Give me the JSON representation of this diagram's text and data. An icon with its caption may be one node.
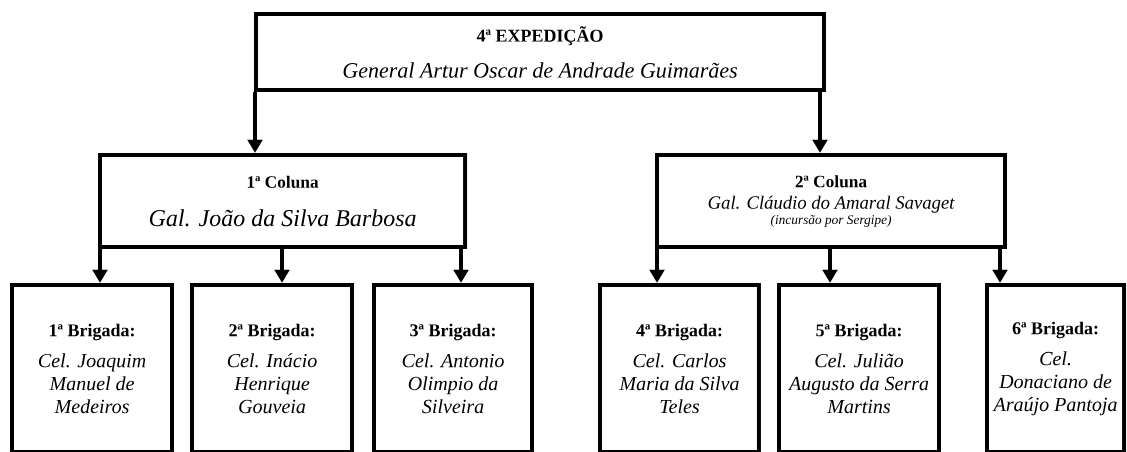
{
  "diagram": {
    "nodes": [
      {
        "text": [
          "4ª EXPEDIÇÃO",
          "General Artur Oscar de Andrade Guimarães"
        ]
      },
      {
        "text": [
          "1ª Coluna",
          "Gal. João da Silva Barbosa"
        ]
      },
      {
        "text": [
          "2ª Coluna",
          "Gal. Cláudio do Amaral Savaget",
          "(incursão por Sergipe)"
        ]
      },
      {
        "text": [
          "1ª Brigada:",
          "Cel. Joaquim Manuel de Medeiros"
        ]
      },
      {
        "text": [
          "2ª Brigada:",
          "Cel. Inácio Henrique Gouveia"
        ]
      },
      {
        "text": [
          "3ª Brigada:",
          "Cel. Antonio Olimpio da Silveira"
        ]
      },
      {
        "text": [
          "4ª Brigada:",
          "Cel. Carlos Maria da Silva Teles"
        ]
      },
      {
        "text": [
          "5ª Brigada:",
          "Cel. Julião Augusto da Serra Martins"
        ]
      },
      {
        "text": [
          "6ª Brigada:",
          "Cel. Donaciano de Araújo Pantoja"
        ]
      }
    ],
    "edges": [
      {
        "from": 0,
        "to": 1,
        "arrow": "to"
      },
      {
        "from": 0,
        "to": 2,
        "arrow": "to"
      },
      {
        "from": 1,
        "to": 3,
        "arrow": "to"
      },
      {
        "from": 1,
        "to": 4,
        "arrow": "to"
      },
      {
        "from": 1,
        "to": 5,
        "arrow": "to"
      },
      {
        "from": 2,
        "to": 6,
        "arrow": "to"
      },
      {
        "from": 2,
        "to": 7,
        "arrow": "to"
      },
      {
        "from": 2,
        "to": 8,
        "arrow": "to"
      }
    ]
  }
}
